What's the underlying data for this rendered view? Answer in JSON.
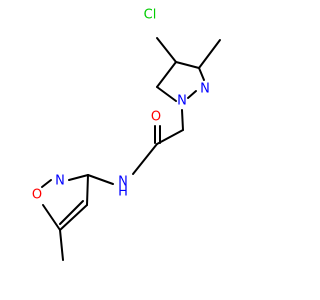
{
  "molecule": {
    "colors": {
      "carbon_bond": "#000000",
      "nitrogen": "#0000ff",
      "oxygen": "#ff0000",
      "chlorine": "#00cc00"
    },
    "atoms": {
      "cl": "Cl",
      "n_pyrazole_1": "N",
      "n_pyrazole_2": "N",
      "o_carbonyl": "O",
      "n_amide": "N",
      "h_amide": "H",
      "n_isoxazole": "N",
      "o_isoxazole": "O"
    }
  }
}
